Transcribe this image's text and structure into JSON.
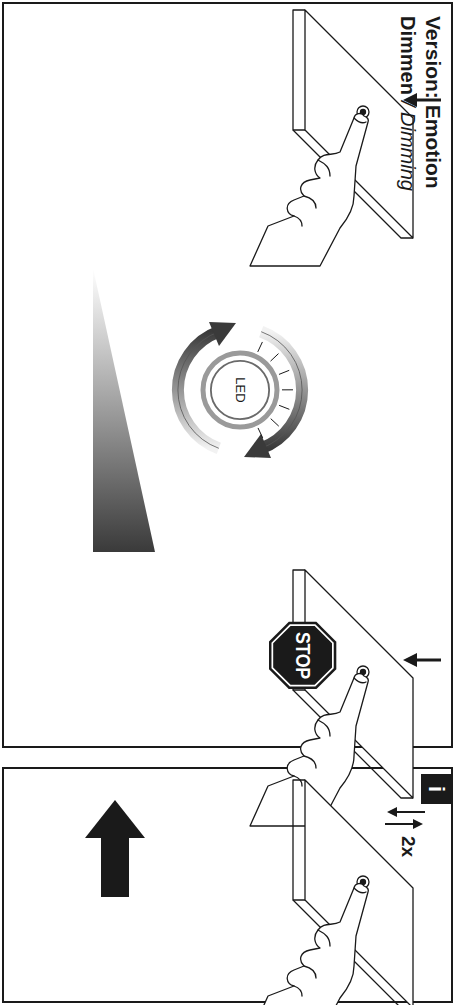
{
  "diagram": {
    "title": "Version: Emotion",
    "nodes": [
      {
        "text": [
          "LED"
        ]
      },
      {
        "text": [
          "STOP"
        ]
      },
      {
        "text": [
          "i"
        ]
      }
    ],
    "labels": [
      "Dimmen",
      "/ Dimming",
      "2x"
    ]
  }
}
